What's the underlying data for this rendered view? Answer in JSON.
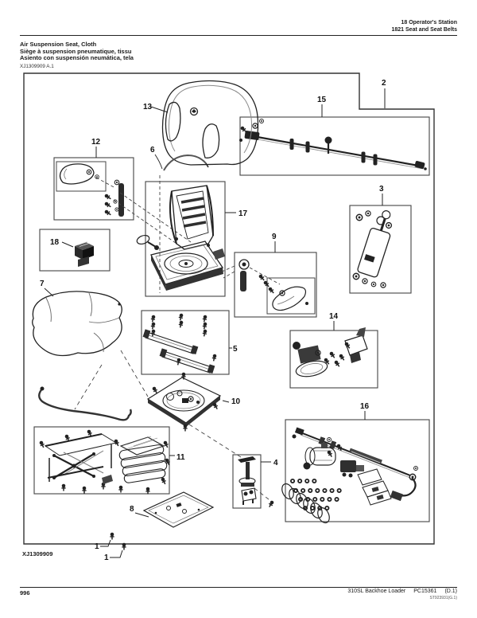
{
  "header": {
    "section_line1": "18 Operator's Station",
    "section_line2": "1821 Seat and Seat Belts"
  },
  "title": {
    "english": "Air Suspension Seat, Cloth",
    "french": "Siège à suspension pneumatique, tissu",
    "spanish": "Asiento con suspensión neumática, tela"
  },
  "figure": {
    "drawing_ref": "XJ1309909 A.1",
    "drawing_id": "XJ1309909"
  },
  "callouts": {
    "c1": "1",
    "c2": "2",
    "c3": "3",
    "c4": "4",
    "c5": "5",
    "c6": "6",
    "c7": "7",
    "c8": "8",
    "c9": "9",
    "c10": "10",
    "c11": "11",
    "c12": "12",
    "c13": "13",
    "c14": "14",
    "c15": "15",
    "c16": "16",
    "c17": "17",
    "c18": "18"
  },
  "footer": {
    "page_number": "996",
    "model": "310SL Backhoe Loader",
    "catalog_number": "PC15361",
    "revision": "(D.1)",
    "watermark": "ST923931(G.1)"
  },
  "colors": {
    "line_art": "#1a1a1a",
    "page_background": "#ffffff"
  }
}
